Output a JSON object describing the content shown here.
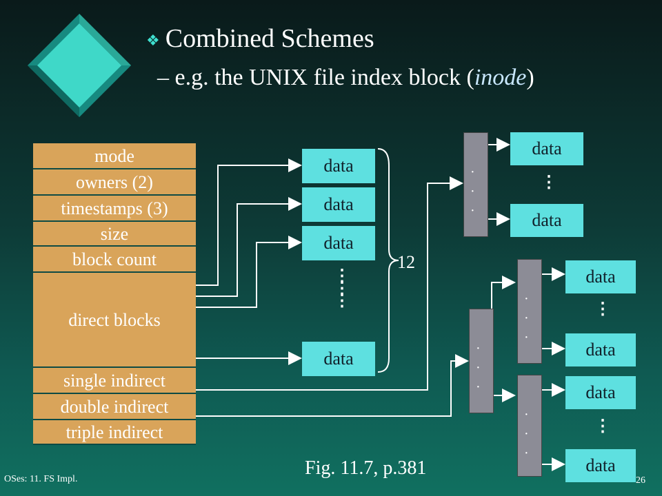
{
  "slide": {
    "title": "Combined Schemes",
    "subtitle_prefix": "– e.g. the UNIX file index block (",
    "subtitle_em": "inode",
    "subtitle_suffix": ")",
    "caption": "Fig. 11.7, p.381",
    "footer_left": "OSes: 11. FS Impl.",
    "page_number": "26"
  },
  "inode_fields": [
    "mode",
    "owners (2)",
    "timestamps (3)",
    "size",
    "block count",
    "direct blocks",
    "single indirect",
    "double indirect",
    "triple indirect"
  ],
  "data_label": "data",
  "brace_label": "12",
  "colors": {
    "inode": "#d9a45a",
    "data_box": "#5ee0e0",
    "index_block": "#8c8c96",
    "bullet": "#3fe0d0"
  }
}
